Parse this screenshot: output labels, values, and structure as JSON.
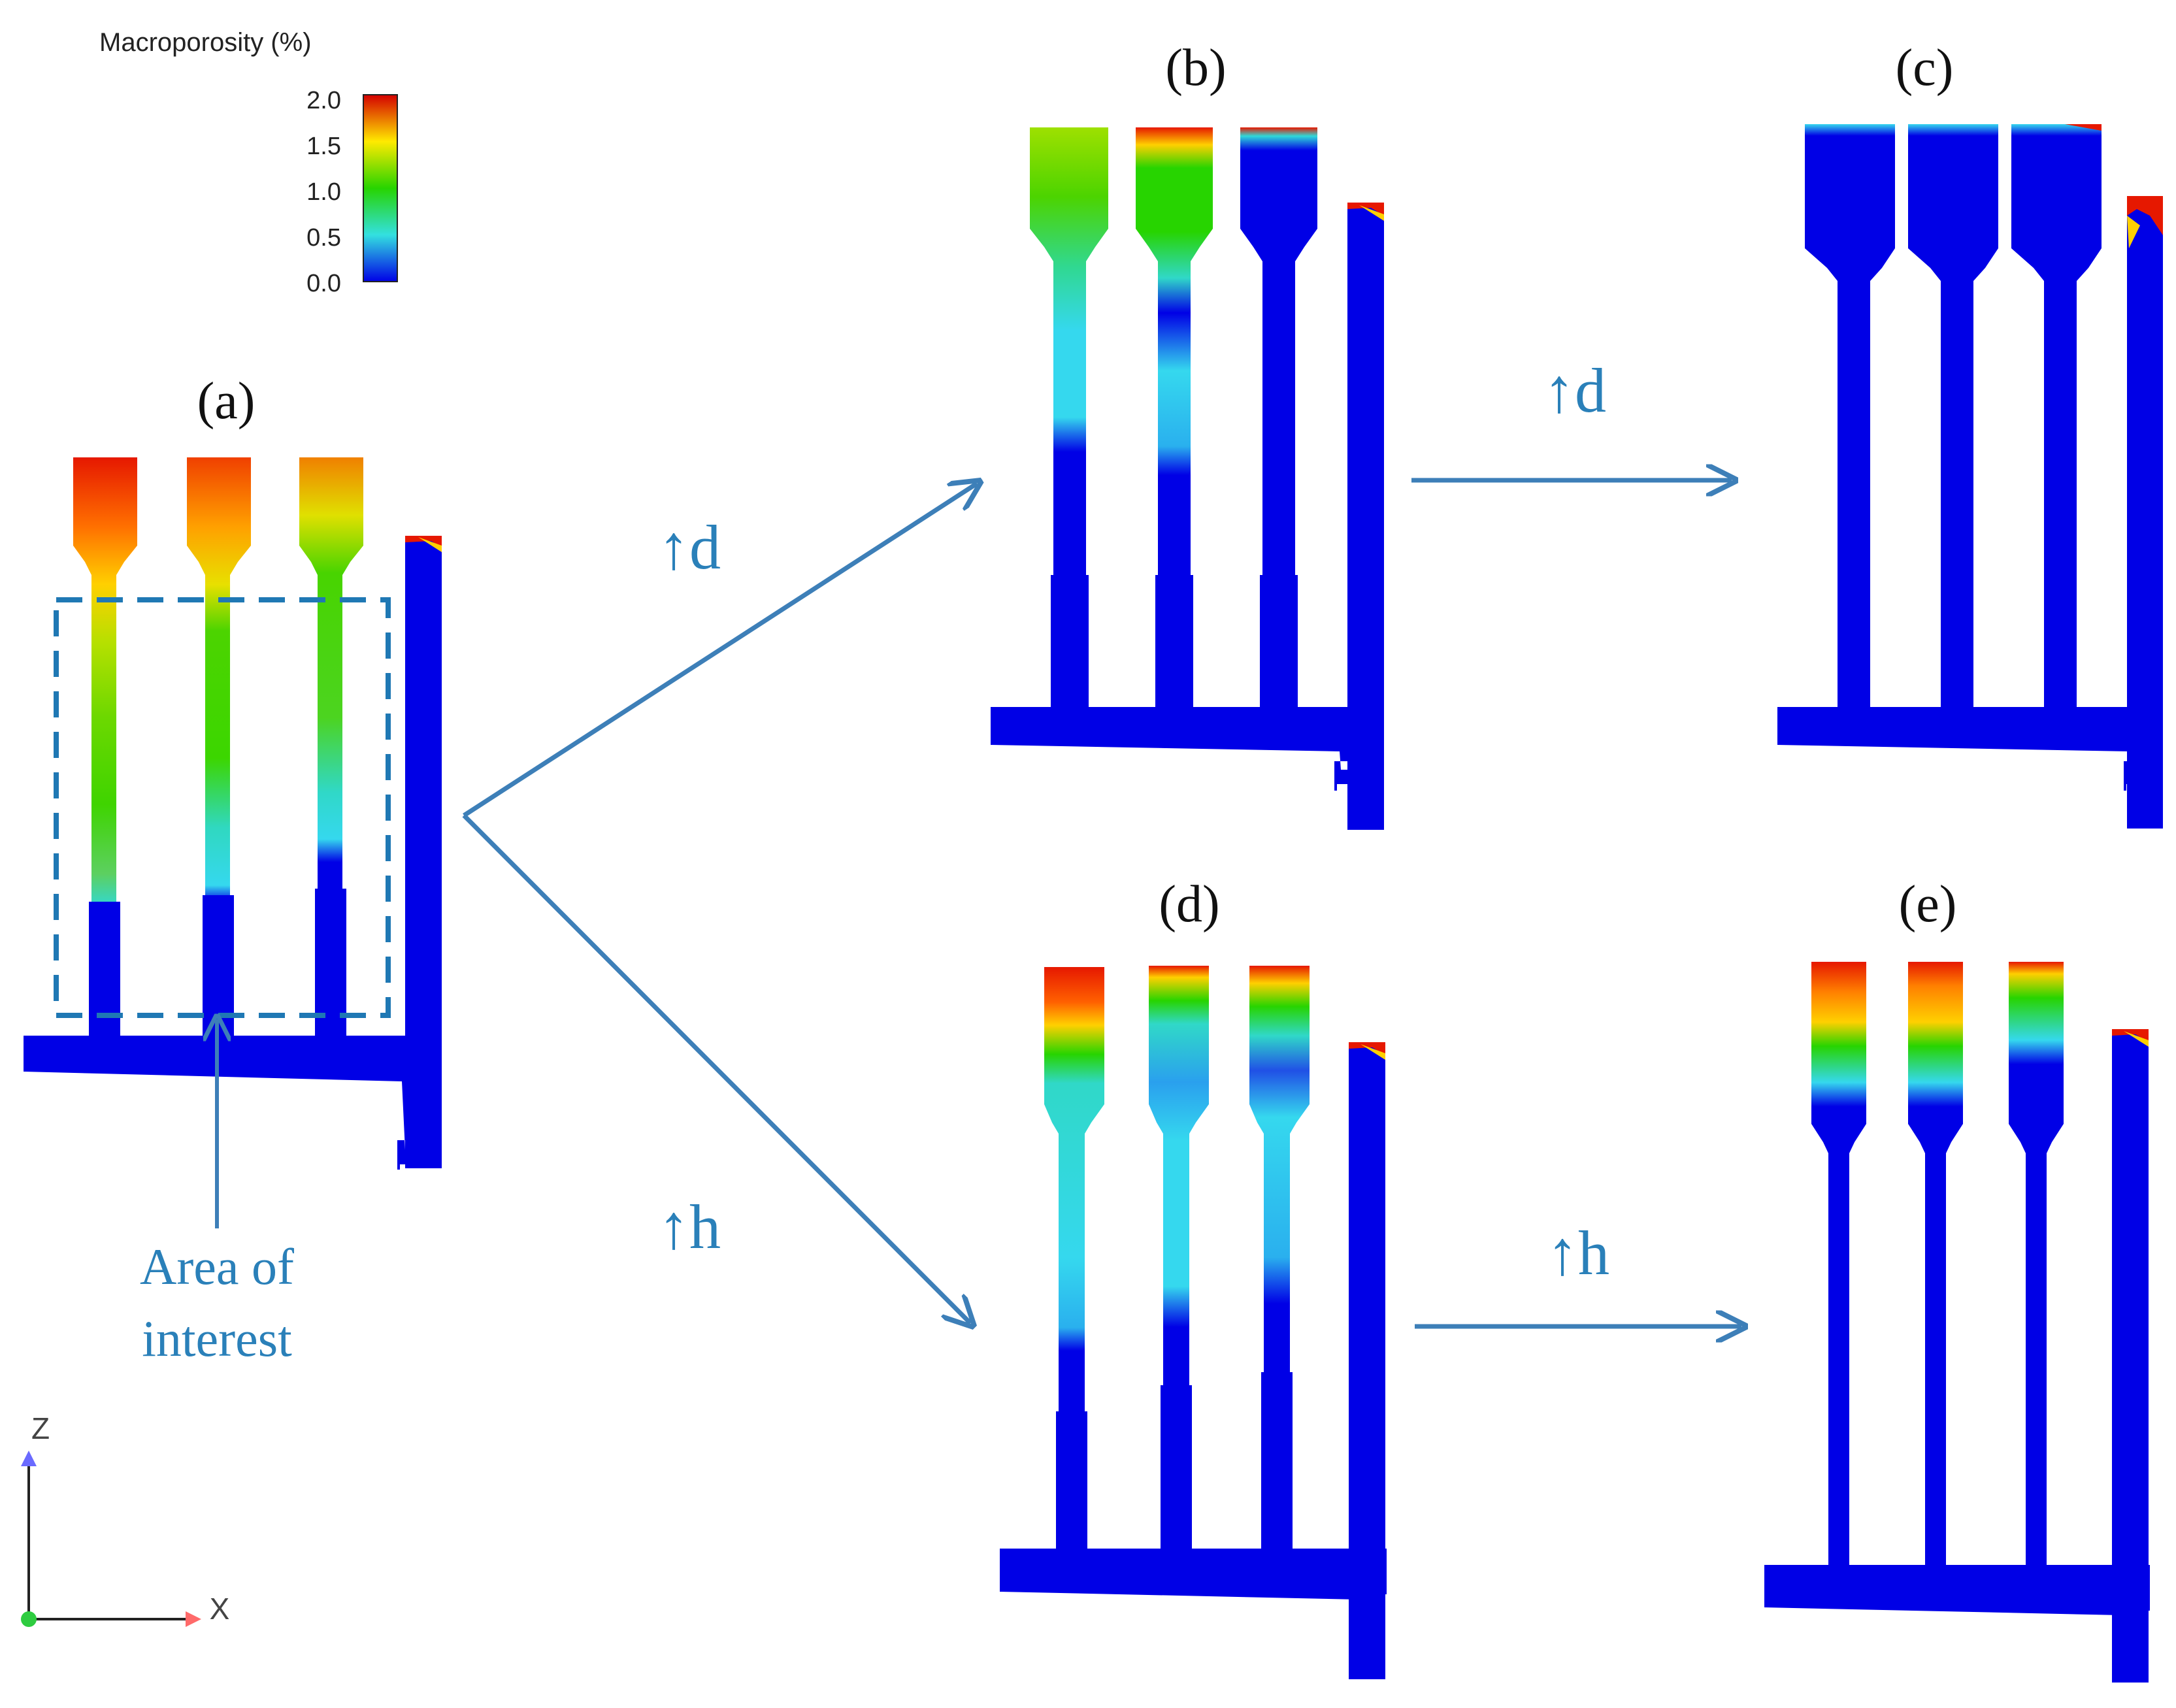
{
  "legend": {
    "title": "Macroporosity (%)",
    "ticks": [
      "2.0",
      "1.5",
      "1.0",
      "0.5",
      "0.0"
    ],
    "colors": [
      "#d40000",
      "#ffea00",
      "#27d400",
      "#33e0e0",
      "#0000e6"
    ]
  },
  "panels": [
    {
      "id": "a",
      "label": "(a)"
    },
    {
      "id": "b",
      "label": "(b)"
    },
    {
      "id": "c",
      "label": "(c)"
    },
    {
      "id": "d",
      "label": "(d)"
    },
    {
      "id": "e",
      "label": "(e)"
    }
  ],
  "arrows": {
    "to_b": "↑d",
    "b_to_c": "↑d",
    "to_d": "↑h",
    "d_to_e": "↑h"
  },
  "annotation": {
    "line1": "Area of",
    "line2": "interest"
  },
  "axes": {
    "z": "Z",
    "x": "X"
  },
  "colors": {
    "solid": "#0000e6",
    "arrow": "#3d7fb8",
    "annotation": "#2a80b9"
  }
}
